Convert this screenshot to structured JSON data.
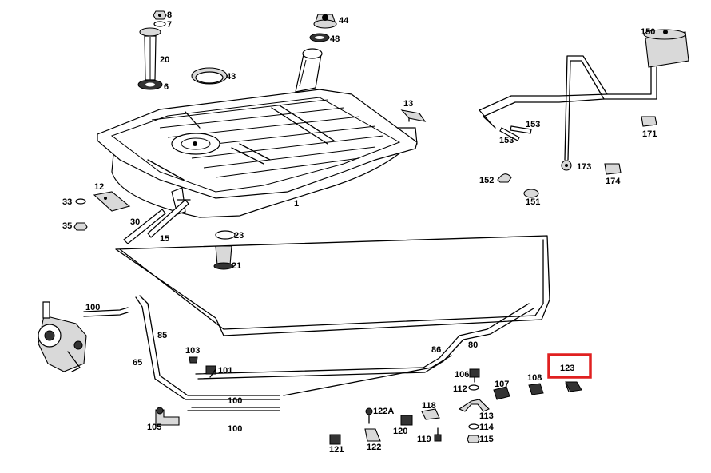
{
  "part_labels": [
    {
      "text": "8"
    },
    {
      "text": "7"
    },
    {
      "text": "44"
    },
    {
      "text": "48"
    },
    {
      "text": "20"
    },
    {
      "text": "6"
    },
    {
      "text": "43"
    },
    {
      "text": "13"
    },
    {
      "text": "150"
    },
    {
      "text": "153"
    },
    {
      "text": "153"
    },
    {
      "text": "171"
    },
    {
      "text": "173"
    },
    {
      "text": "174"
    },
    {
      "text": "152"
    },
    {
      "text": "151"
    },
    {
      "text": "12"
    },
    {
      "text": "33"
    },
    {
      "text": "35"
    },
    {
      "text": "1"
    },
    {
      "text": "30"
    },
    {
      "text": "15"
    },
    {
      "text": "23"
    },
    {
      "text": "21"
    },
    {
      "text": "100"
    },
    {
      "text": "85"
    },
    {
      "text": "103"
    },
    {
      "text": "101"
    },
    {
      "text": "65"
    },
    {
      "text": "86"
    },
    {
      "text": "80"
    },
    {
      "text": "106"
    },
    {
      "text": "112"
    },
    {
      "text": "107"
    },
    {
      "text": "108"
    },
    {
      "text": "100"
    },
    {
      "text": "100"
    },
    {
      "text": "122A"
    },
    {
      "text": "118"
    },
    {
      "text": "113"
    },
    {
      "text": "105"
    },
    {
      "text": "120"
    },
    {
      "text": "114"
    },
    {
      "text": "119"
    },
    {
      "text": "115"
    },
    {
      "text": "121"
    },
    {
      "text": "122"
    }
  ],
  "highlight": {
    "label": "123",
    "color": "#e02020"
  }
}
